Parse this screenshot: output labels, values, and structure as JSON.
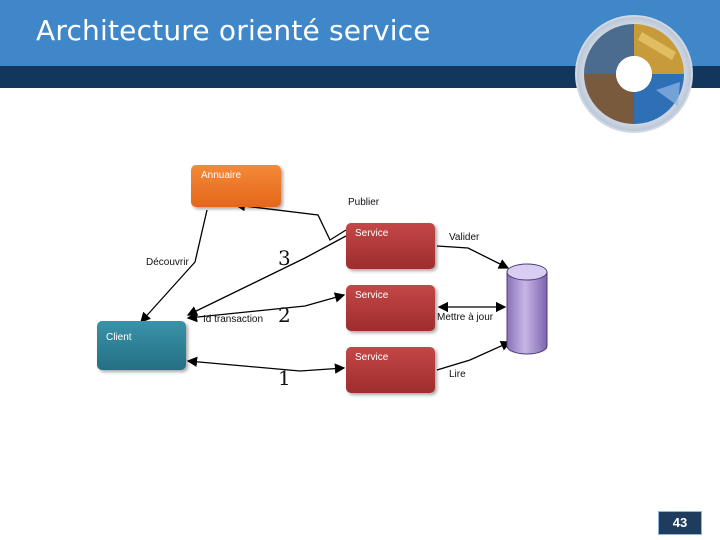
{
  "slide": {
    "title": "Architecture orienté service",
    "page_number": "43"
  },
  "diagram": {
    "annuaire_label": "Annuaire",
    "client_label": "Client",
    "service_labels": [
      "Service",
      "Service",
      "Service"
    ],
    "arrow_labels": {
      "publier": "Publier",
      "decouvrir": "Découvrir",
      "id_transaction": "Id transaction",
      "valider": "Valider",
      "mettre_a_jour": "Mettre à jour",
      "lire": "Lire"
    },
    "step_numbers": [
      "3",
      "2",
      "1"
    ]
  },
  "colors": {
    "title_bar": "#3f87c8",
    "title_strip": "#13365c",
    "annuaire": "#e8701f",
    "client": "#2d7f93",
    "service": "#b03a3a",
    "database": "#9d86c9"
  },
  "icons": [
    "globe-logo-icon",
    "database-icon"
  ]
}
